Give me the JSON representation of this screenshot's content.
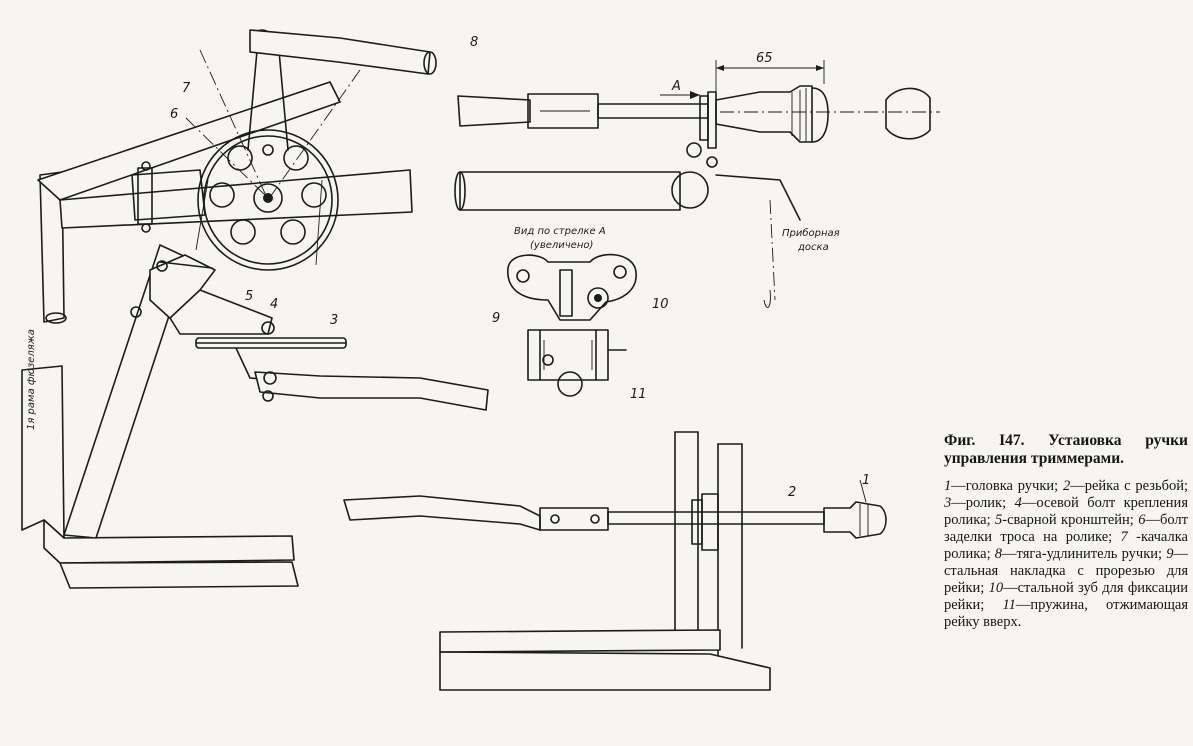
{
  "figure": {
    "caption_title": "Фиг. I47. Устаиовка ручки управления триммерами.",
    "legend": [
      {
        "num": "1",
        "text": "—головка ручки; "
      },
      {
        "num": "2",
        "text": "—рейка с резьбой; "
      },
      {
        "num": "3",
        "text": "—ролик; "
      },
      {
        "num": "4",
        "text": "—осевой болт крепления ролика; "
      },
      {
        "num": "5",
        "text": "-сварной кронштейн; "
      },
      {
        "num": "6",
        "text": "—болт заделки троса на ролике; "
      },
      {
        "num": "7",
        "text": " -качалка ролика; "
      },
      {
        "num": "8",
        "text": "—тяга-удлинитель ручки; "
      },
      {
        "num": "9",
        "text": "—стальная накладка с прорезью для рейки; "
      },
      {
        "num": "10",
        "text": "—стальной зуб для фиксации рейки; "
      },
      {
        "num": "11",
        "text": "—пружина, отжимающая рейку вверх."
      }
    ]
  },
  "drawing_labels": {
    "n1": "1",
    "n2": "2",
    "n3": "3",
    "n4": "4",
    "n5": "5",
    "n6": "6",
    "n7": "7",
    "n8": "8",
    "n9": "9",
    "n10": "10",
    "n11": "11",
    "dim_65": "65",
    "arrow_a": "A",
    "view_a_line1": "Вид по стрелке А",
    "view_a_line2": "(увеличено)",
    "panel_line1": "Приборная",
    "panel_line2": "доска",
    "fuselage_label": "1я рама фюзеляжа"
  }
}
